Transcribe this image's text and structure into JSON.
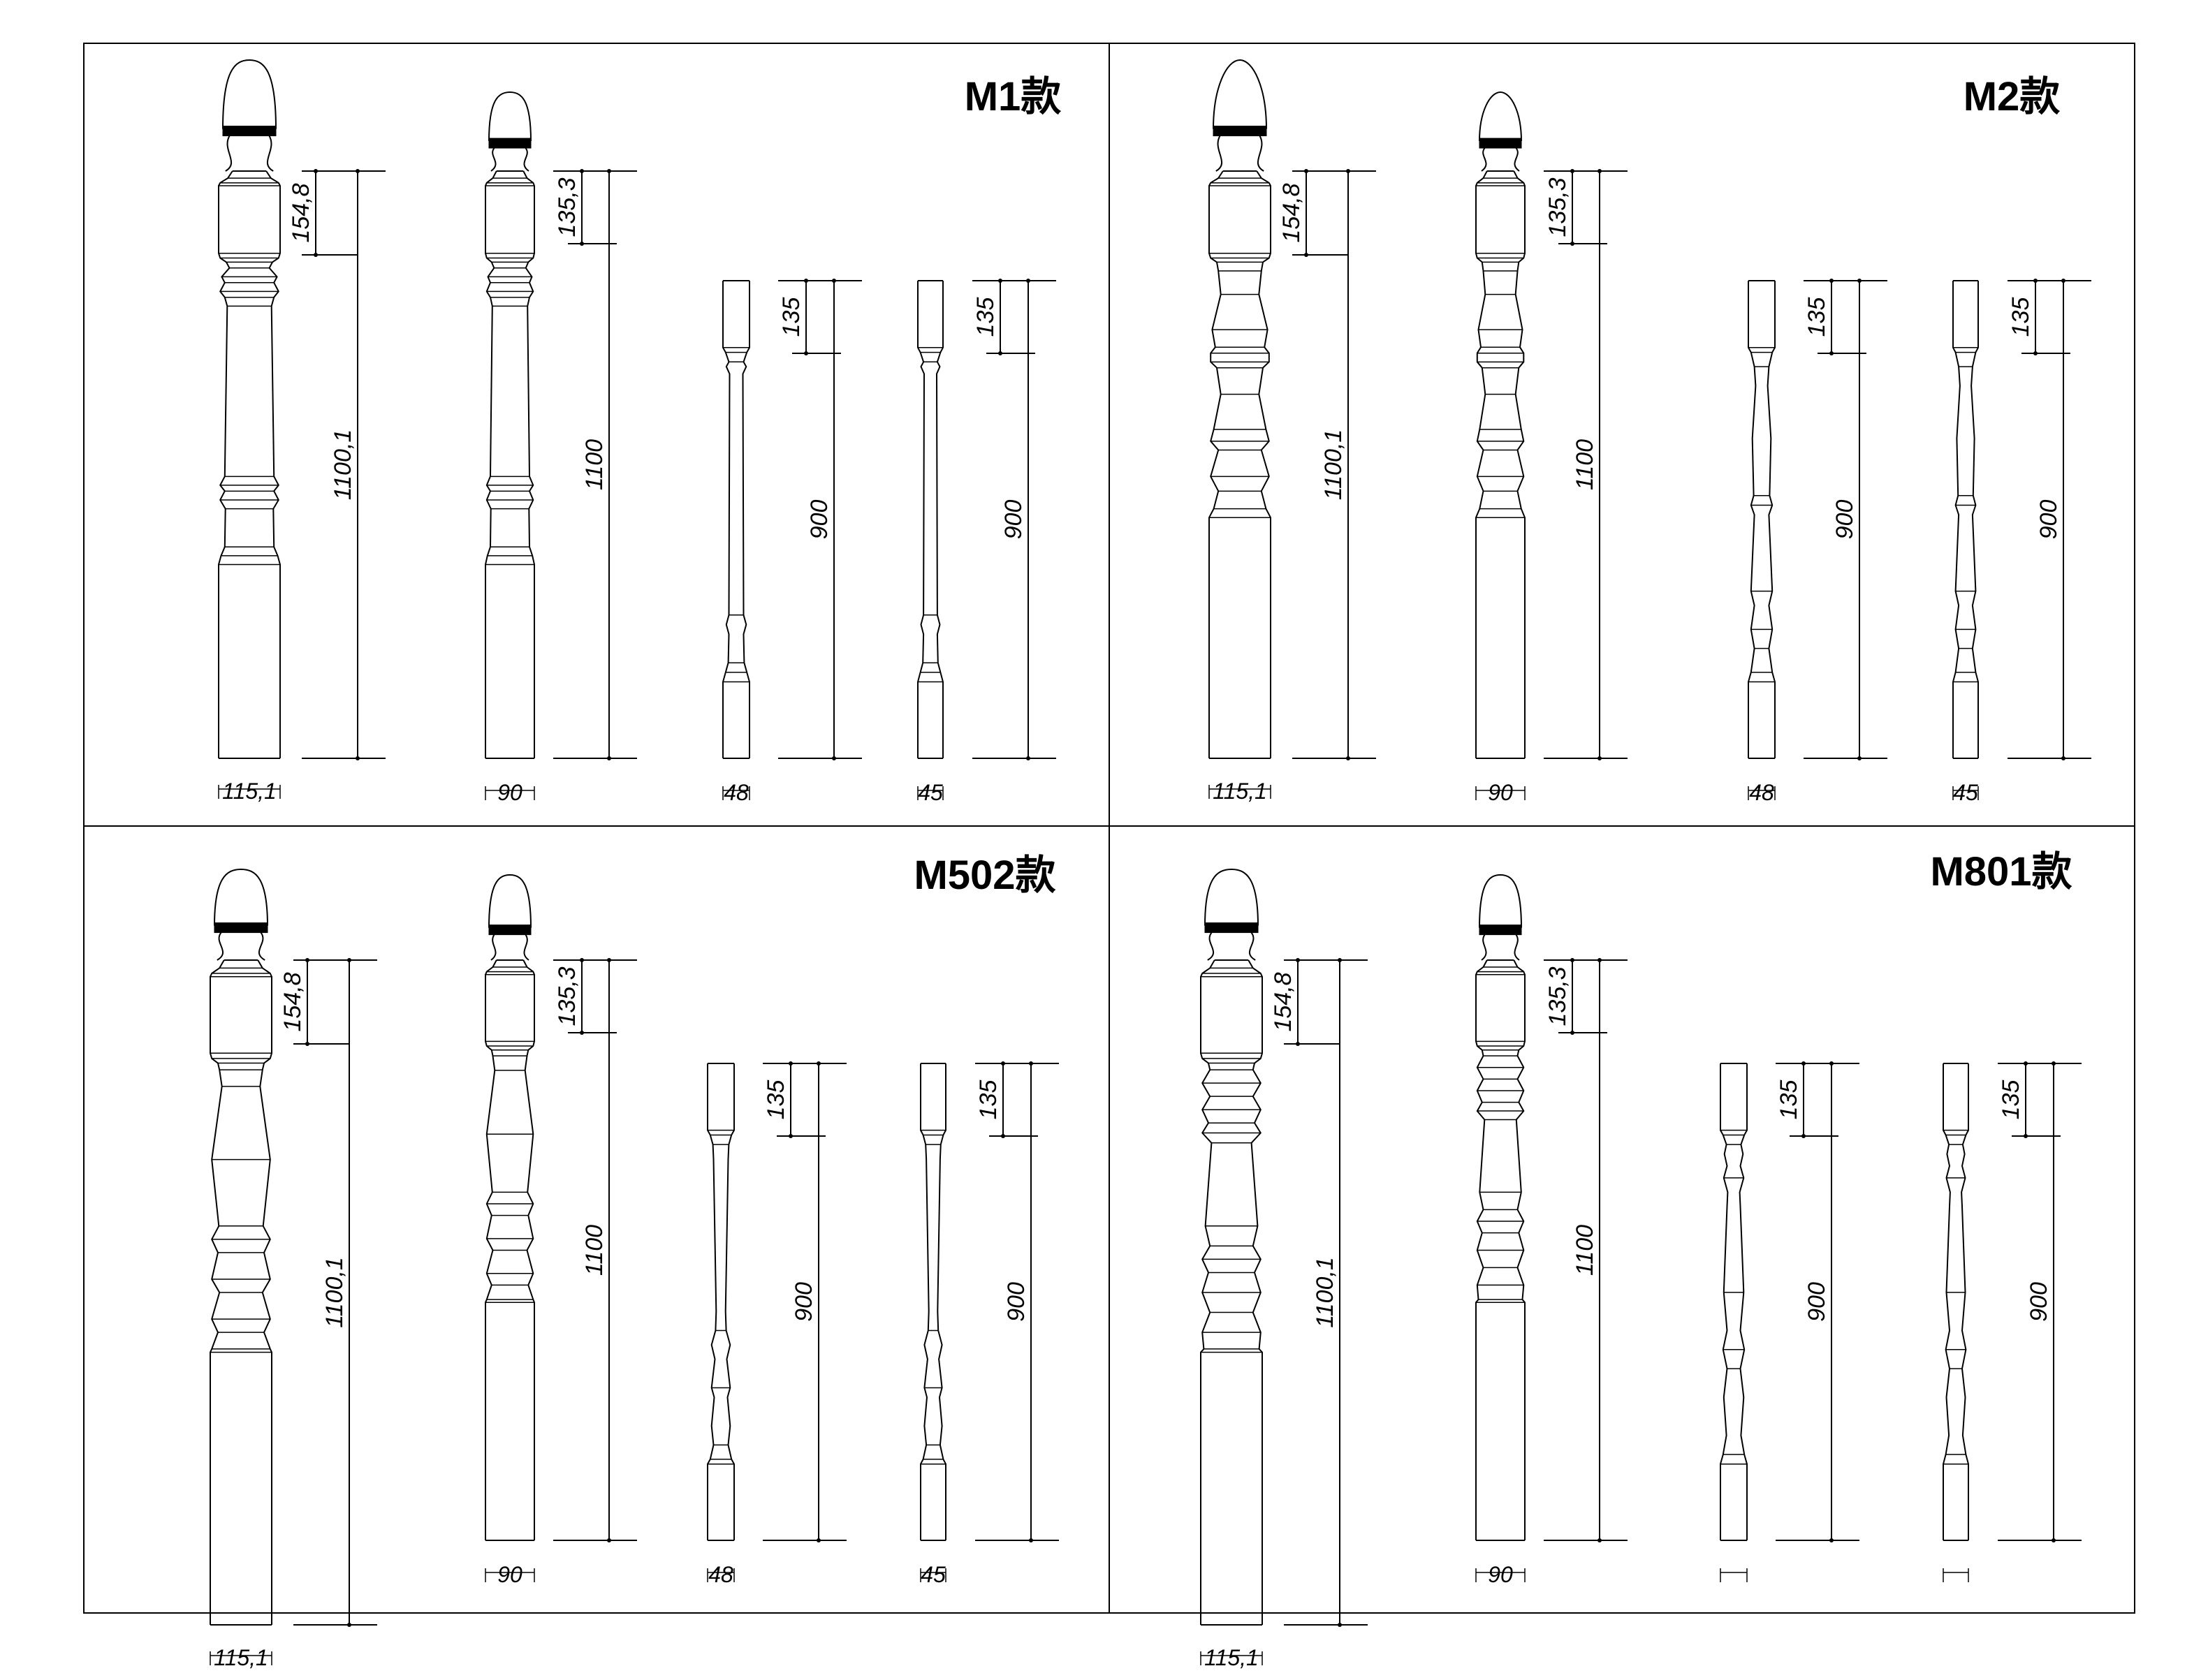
{
  "sheet": {
    "panels": [
      {
        "title": "M1款",
        "posts": [
          {
            "kind": "newel",
            "widthLabel": "115,1",
            "dimTop": "154,8",
            "dimTotal": "1100,1"
          },
          {
            "kind": "newel-small",
            "widthLabel": "90",
            "dimTop": "135,3",
            "dimTotal": "1100"
          },
          {
            "kind": "baluster",
            "widthLabel": "48",
            "dimTop": "135",
            "dimTotal": "900"
          },
          {
            "kind": "baluster",
            "widthLabel": "45",
            "dimTop": "135",
            "dimTotal": "900"
          }
        ]
      },
      {
        "title": "M2款",
        "posts": [
          {
            "kind": "newel",
            "widthLabel": "115,1",
            "dimTop": "154,8",
            "dimTotal": "1100,1"
          },
          {
            "kind": "newel-small",
            "widthLabel": "90",
            "dimTop": "135,3",
            "dimTotal": "1100"
          },
          {
            "kind": "baluster",
            "widthLabel": "48",
            "dimTop": "135",
            "dimTotal": "900"
          },
          {
            "kind": "baluster",
            "widthLabel": "45",
            "dimTop": "135",
            "dimTotal": "900"
          }
        ]
      },
      {
        "title": "M502款",
        "posts": [
          {
            "kind": "newel",
            "widthLabel": "115,1",
            "dimTop": "154,8",
            "dimTotal": "1100,1"
          },
          {
            "kind": "newel-small",
            "widthLabel": "90",
            "dimTop": "135,3",
            "dimTotal": "1100"
          },
          {
            "kind": "baluster",
            "widthLabel": "48",
            "dimTop": "135",
            "dimTotal": "900"
          },
          {
            "kind": "baluster",
            "widthLabel": "45",
            "dimTop": "135",
            "dimTotal": "900"
          }
        ]
      },
      {
        "title": "M801款",
        "posts": [
          {
            "kind": "newel",
            "widthLabel": "115,1",
            "dimTop": "154,8",
            "dimTotal": "1100,1"
          },
          {
            "kind": "newel-small",
            "widthLabel": "90",
            "dimTop": "135,3",
            "dimTotal": "1100"
          },
          {
            "kind": "baluster",
            "widthLabel": "",
            "dimTop": "135",
            "dimTotal": "900"
          },
          {
            "kind": "baluster",
            "widthLabel": "",
            "dimTop": "135",
            "dimTotal": "900"
          }
        ]
      }
    ]
  }
}
